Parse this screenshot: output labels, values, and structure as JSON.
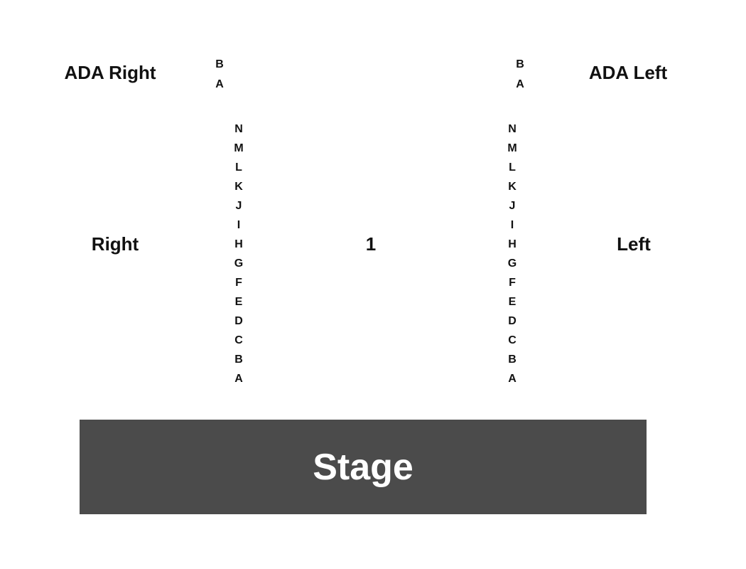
{
  "sections": {
    "ada_right": "ADA Right",
    "ada_left": "ADA Left",
    "right": "Right",
    "center": "1",
    "left": "Left"
  },
  "ada_rows": [
    "B",
    "A"
  ],
  "main_rows": [
    "N",
    "M",
    "L",
    "K",
    "J",
    "I",
    "H",
    "G",
    "F",
    "E",
    "D",
    "C",
    "B",
    "A"
  ],
  "stage": {
    "label": "Stage",
    "color": "#4b4b4b"
  }
}
